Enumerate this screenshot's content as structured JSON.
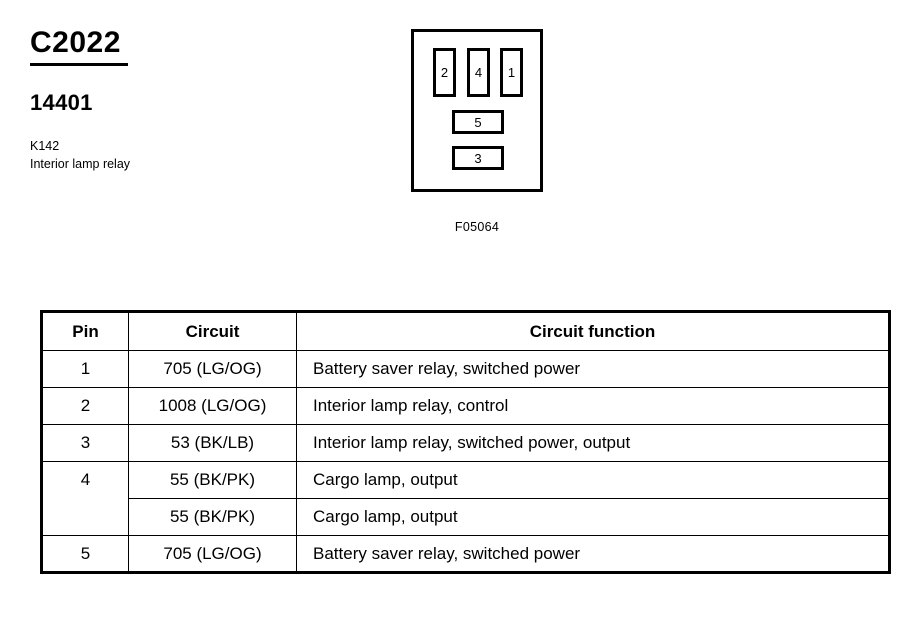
{
  "header": {
    "connector_id": "C2022",
    "part_number": "14401",
    "component_code": "K142",
    "component_name": "Interior lamp relay"
  },
  "connector_figure": {
    "label": "F05064",
    "cavities": [
      {
        "pin": "2",
        "orientation": "vertical"
      },
      {
        "pin": "4",
        "orientation": "vertical"
      },
      {
        "pin": "1",
        "orientation": "vertical"
      },
      {
        "pin": "5",
        "orientation": "horizontal"
      },
      {
        "pin": "3",
        "orientation": "horizontal"
      }
    ]
  },
  "pin_table": {
    "headers": {
      "pin": "Pin",
      "circuit": "Circuit",
      "function": "Circuit function"
    },
    "rows": [
      {
        "pin": "1",
        "circuit": "705 (LG/OG)",
        "function": "Battery saver relay, switched power"
      },
      {
        "pin": "2",
        "circuit": "1008 (LG/OG)",
        "function": "Interior lamp relay, control"
      },
      {
        "pin": "3",
        "circuit": "53 (BK/LB)",
        "function": "Interior lamp relay, switched power, output"
      },
      {
        "pin": "4",
        "circuit": "55 (BK/PK)",
        "function": "Cargo lamp, output"
      },
      {
        "pin": "",
        "circuit": "55 (BK/PK)",
        "function": "Cargo lamp, output"
      },
      {
        "pin": "5",
        "circuit": "705 (LG/OG)",
        "function": "Battery saver relay, switched power"
      }
    ]
  }
}
